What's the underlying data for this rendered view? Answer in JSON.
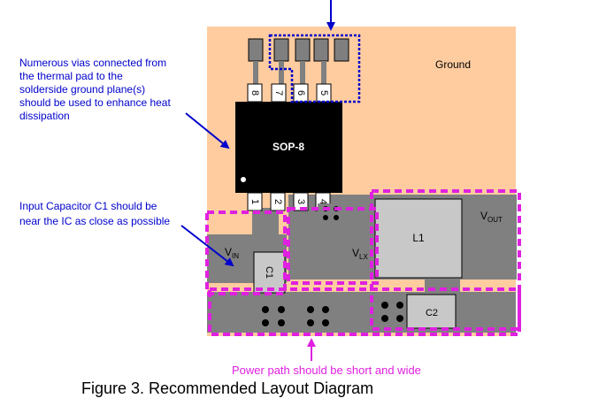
{
  "annotations": {
    "vias_note": [
      "Numerous vias connected from",
      "the thermal pad to the",
      "solderside ground plane(s)",
      "should be used to enhance heat",
      "dissipation"
    ],
    "input_cap_note": [
      "Input Capacitor C1 should  be",
      "near the IC as close as possible"
    ],
    "power_path_note": "Power path should be short and wide"
  },
  "labels": {
    "ground": "Ground",
    "chip": "SOP-8",
    "vin": "V",
    "vin_sub": "IN",
    "vlx": "V",
    "vlx_sub": "LX",
    "vout": "V",
    "vout_sub": "OUT",
    "l1": "L1",
    "c1": "C1",
    "c2": "C2"
  },
  "pins": {
    "top": [
      "8",
      "7",
      "6",
      "5"
    ],
    "bottom": [
      "1",
      "2",
      "3",
      "4"
    ]
  },
  "caption": "Figure 3. Recommended Layout Diagram",
  "colors": {
    "ground_plane": "#FFCCA0",
    "copper": "#808080",
    "chip": "#000000",
    "pad": "#7F7F7F",
    "note_blue": "#0000CC",
    "highlight_blue": "#0000CC",
    "highlight_magenta": "#E020E0"
  }
}
